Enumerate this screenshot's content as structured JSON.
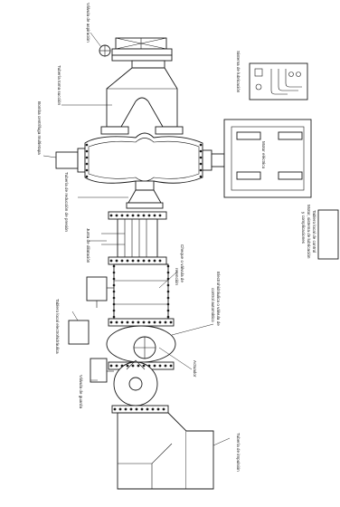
{
  "labels": {
    "suction_valve": "Válvula de aspiración",
    "suction_pipe": "Tubería toma succión",
    "pump": "Bomba centrífuga multietapa",
    "lubrication_system": "Sistema de lubricación",
    "electric_motor": "Motor eléctrico",
    "reducer_pipe": "Tubería de reducción de presión",
    "dilation_joint": "Junta de dilatación",
    "local_panel_line1": "Tablero local de control",
    "local_panel_line2": "Motor, sistema de lubricación",
    "local_panel_line3": "y complicaciones",
    "check_valve_line1": "Cheque o válvula de",
    "check_valve_line2": "retención",
    "hydraulic_panel": "Tablero local electrohidráulica",
    "electrohydraulic_valve_line1": "Electrohidráulica o válvula de",
    "electrohydraulic_valve_line2": "control automático",
    "actuator": "Actuador",
    "guard_valve": "Válvula de guarda",
    "discharge_pipe": "Tubería de impulsión"
  }
}
